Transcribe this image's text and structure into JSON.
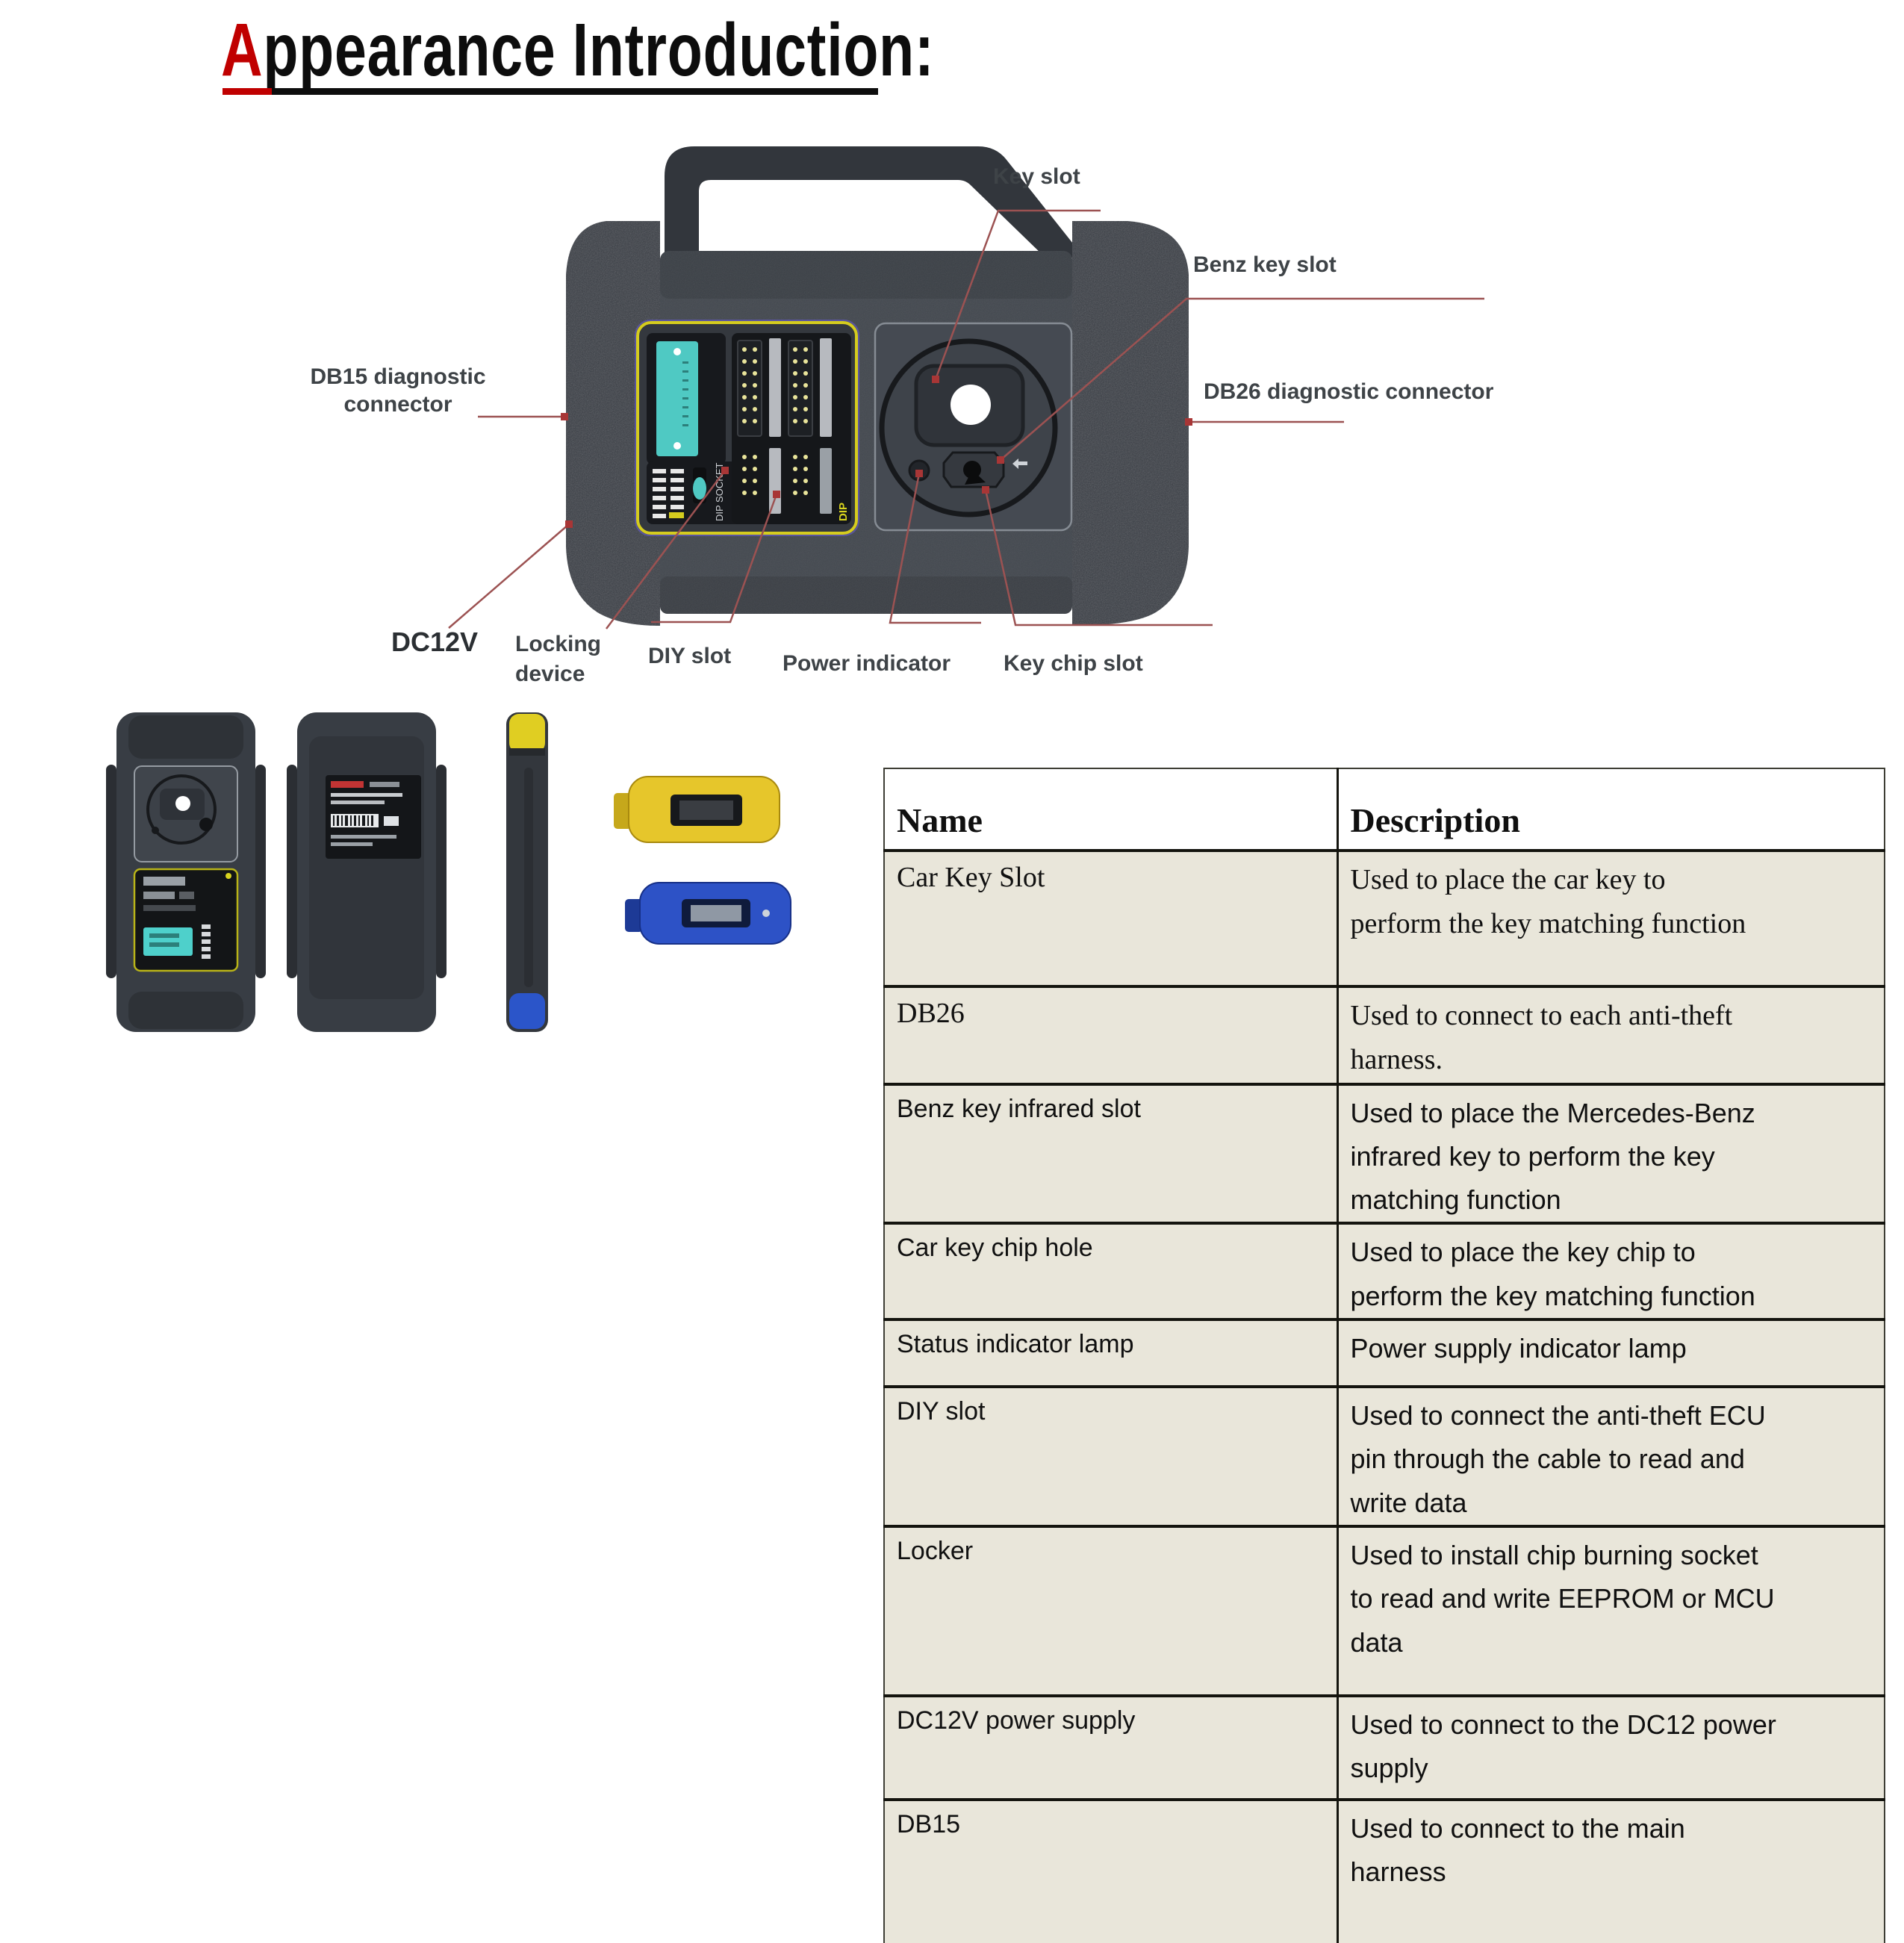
{
  "title": {
    "first_letter": "A",
    "rest": "ppearance Introduction:"
  },
  "diagram": {
    "labels": {
      "key_slot": "Key slot",
      "benz_key_slot": "Benz key slot",
      "db15": "DB15 diagnostic connector",
      "db26": "DB26 diagnostic connector",
      "dc12v": "DC12V",
      "locking_device": "Locking device",
      "diy_slot": "DIY slot",
      "power_indicator": "Power indicator",
      "key_chip_slot": "Key chip slot"
    },
    "device_markings": {
      "dip_socket": "DIP SOCKET",
      "dip": "DIP"
    }
  },
  "table": {
    "headers": {
      "name": "Name",
      "description": "Description"
    },
    "rows": [
      {
        "name": "Car Key Slot",
        "description": "Used to place the car key to perform the key matching function"
      },
      {
        "name": "DB26",
        "description": "Used to connect to each anti-theft harness."
      },
      {
        "name": "Benz key infrared slot",
        "description": "Used to place  the Mercedes-Benz infrared key to perform the key matching function"
      },
      {
        "name": "Car key chip hole",
        "description": "Used to place the key chip to perform the key matching function"
      },
      {
        "name": "Status indicator lamp",
        "description": "Power supply indicator lamp"
      },
      {
        "name": "DIY slot",
        "description": "Used to connect the anti-theft ECU pin through the cable to read and write data"
      },
      {
        "name": "Locker",
        "description": "Used to install chip burning socket to read and write EEPROM or MCU data"
      },
      {
        "name": "DC12V power supply",
        "description": "Used to connect to the DC12 power supply"
      },
      {
        "name": "DB15",
        "description": "Used to connect to the main harness"
      }
    ]
  },
  "colors": {
    "accent_red": "#c00000",
    "callout_line": "#9c5252",
    "panel_yellow": "#d5cc1e",
    "socket_teal": "#4fc9c3",
    "connector_yellow": "#e6c62b",
    "connector_blue": "#2d52c6",
    "table_body_bg": "#e9e6da",
    "device_body": "#42474e"
  }
}
